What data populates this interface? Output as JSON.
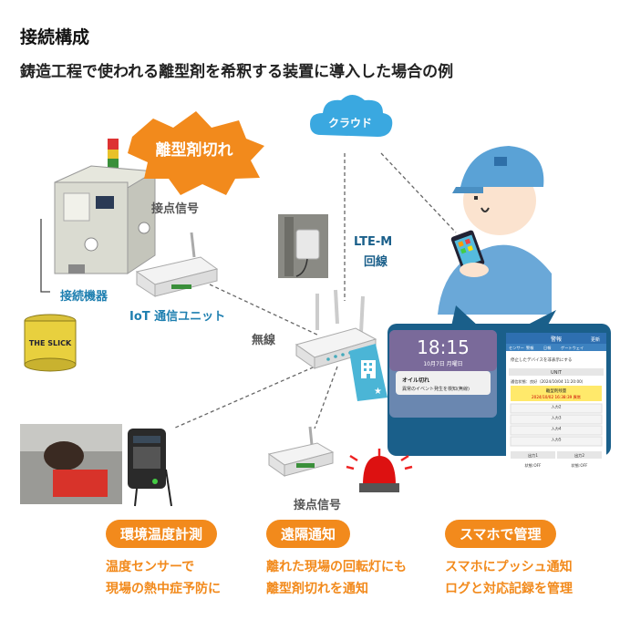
{
  "title": "接続構成",
  "subtitle": "鋳造工程で使われる離型剤を希釈する装置に導入した場合の例",
  "alert_burst": "離型剤切れ",
  "cloud": "クラウド",
  "labels": {
    "contact_signal_top": "接点信号",
    "connected_device": "接続機器",
    "iot_unit": "IoT 通信ユニット",
    "wireless": "無線",
    "lte_m": "LTE-M",
    "line": "回線",
    "contact_signal_bottom": "接点信号"
  },
  "drum_label": "THE SLICK",
  "lock_screen": {
    "time": "18:15",
    "date": "10月7日 月曜日",
    "notif_title": "オイル切れ",
    "notif_body": "異常のイベント発生を検知(無線)"
  },
  "app_screen": {
    "header": "警報",
    "header_right": "更新",
    "tabs": [
      "センサー",
      "警報",
      "日報",
      "ゲートウェイ"
    ],
    "filter": "停止したデバイスを非表示にする",
    "unit": "UNIT",
    "status": "通信状態：良好（2024/10/04 11:20:00）",
    "alert_title": "離型剤残量",
    "alert_time": "2024/10/02 16:38:39 異常",
    "inputs": [
      "入力2",
      "入力3",
      "入力4",
      "入力5"
    ],
    "outputs": [
      "出力1",
      "出力2"
    ],
    "states": [
      "状態:OFF",
      "状態:OFF"
    ]
  },
  "features": [
    {
      "pill": "環境温度計測",
      "lines": [
        "温度センサーで",
        "現場の熱中症予防に"
      ]
    },
    {
      "pill": "遠隔通知",
      "lines": [
        "離れた現場の回転灯にも",
        "離型剤切れを通知"
      ]
    },
    {
      "pill": "スマホで管理",
      "lines": [
        "スマホにプッシュ通知",
        "ログと対応記録を管理"
      ]
    }
  ],
  "colors": {
    "accent_orange": "#f28a1c",
    "teal": "#1e7fb0",
    "cloud": "#3aa8e0",
    "building_icon": "#4bb5d6"
  }
}
